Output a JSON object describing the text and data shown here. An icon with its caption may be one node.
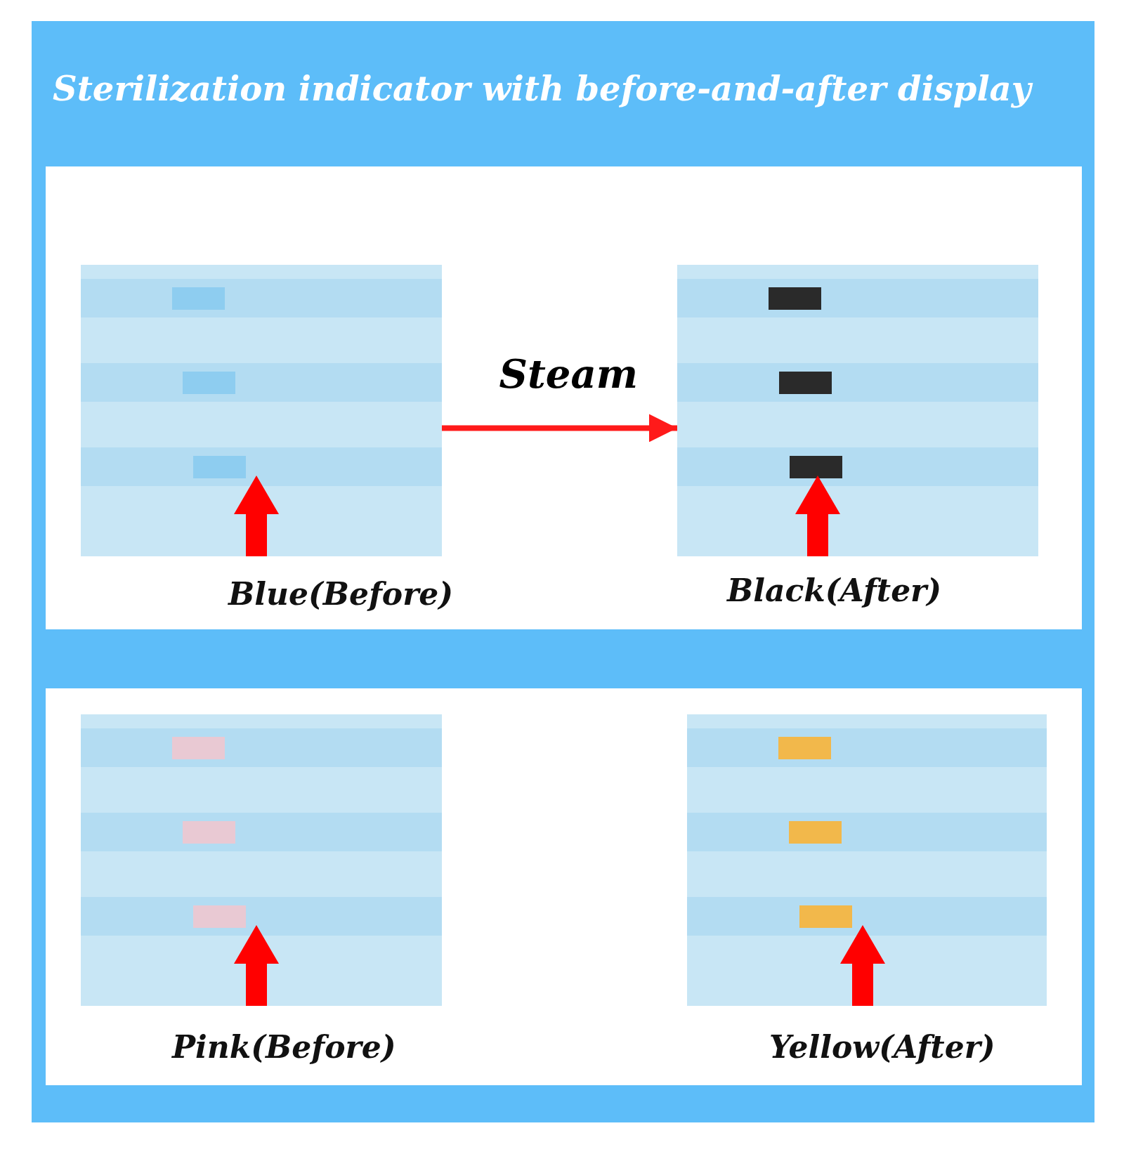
{
  "diagram": {
    "title": "Sterilization indicator with before-and-after display",
    "nodes": [
      {
        "text": [],
        "shape": "picture",
        "beside": [
          "Blue(Before)"
        ]
      },
      {
        "text": [],
        "shape": "picture",
        "beside": [
          "Black(After)"
        ]
      },
      {
        "text": [],
        "shape": "picture",
        "beside": [
          "Pink(Before)"
        ]
      },
      {
        "text": [],
        "shape": "picture",
        "beside": [
          "Yellow(After)"
        ]
      }
    ],
    "edges": [
      {
        "from": 0,
        "to": 1,
        "arrow": "to",
        "label": "Steam",
        "color": "#ff1a1a"
      }
    ]
  }
}
